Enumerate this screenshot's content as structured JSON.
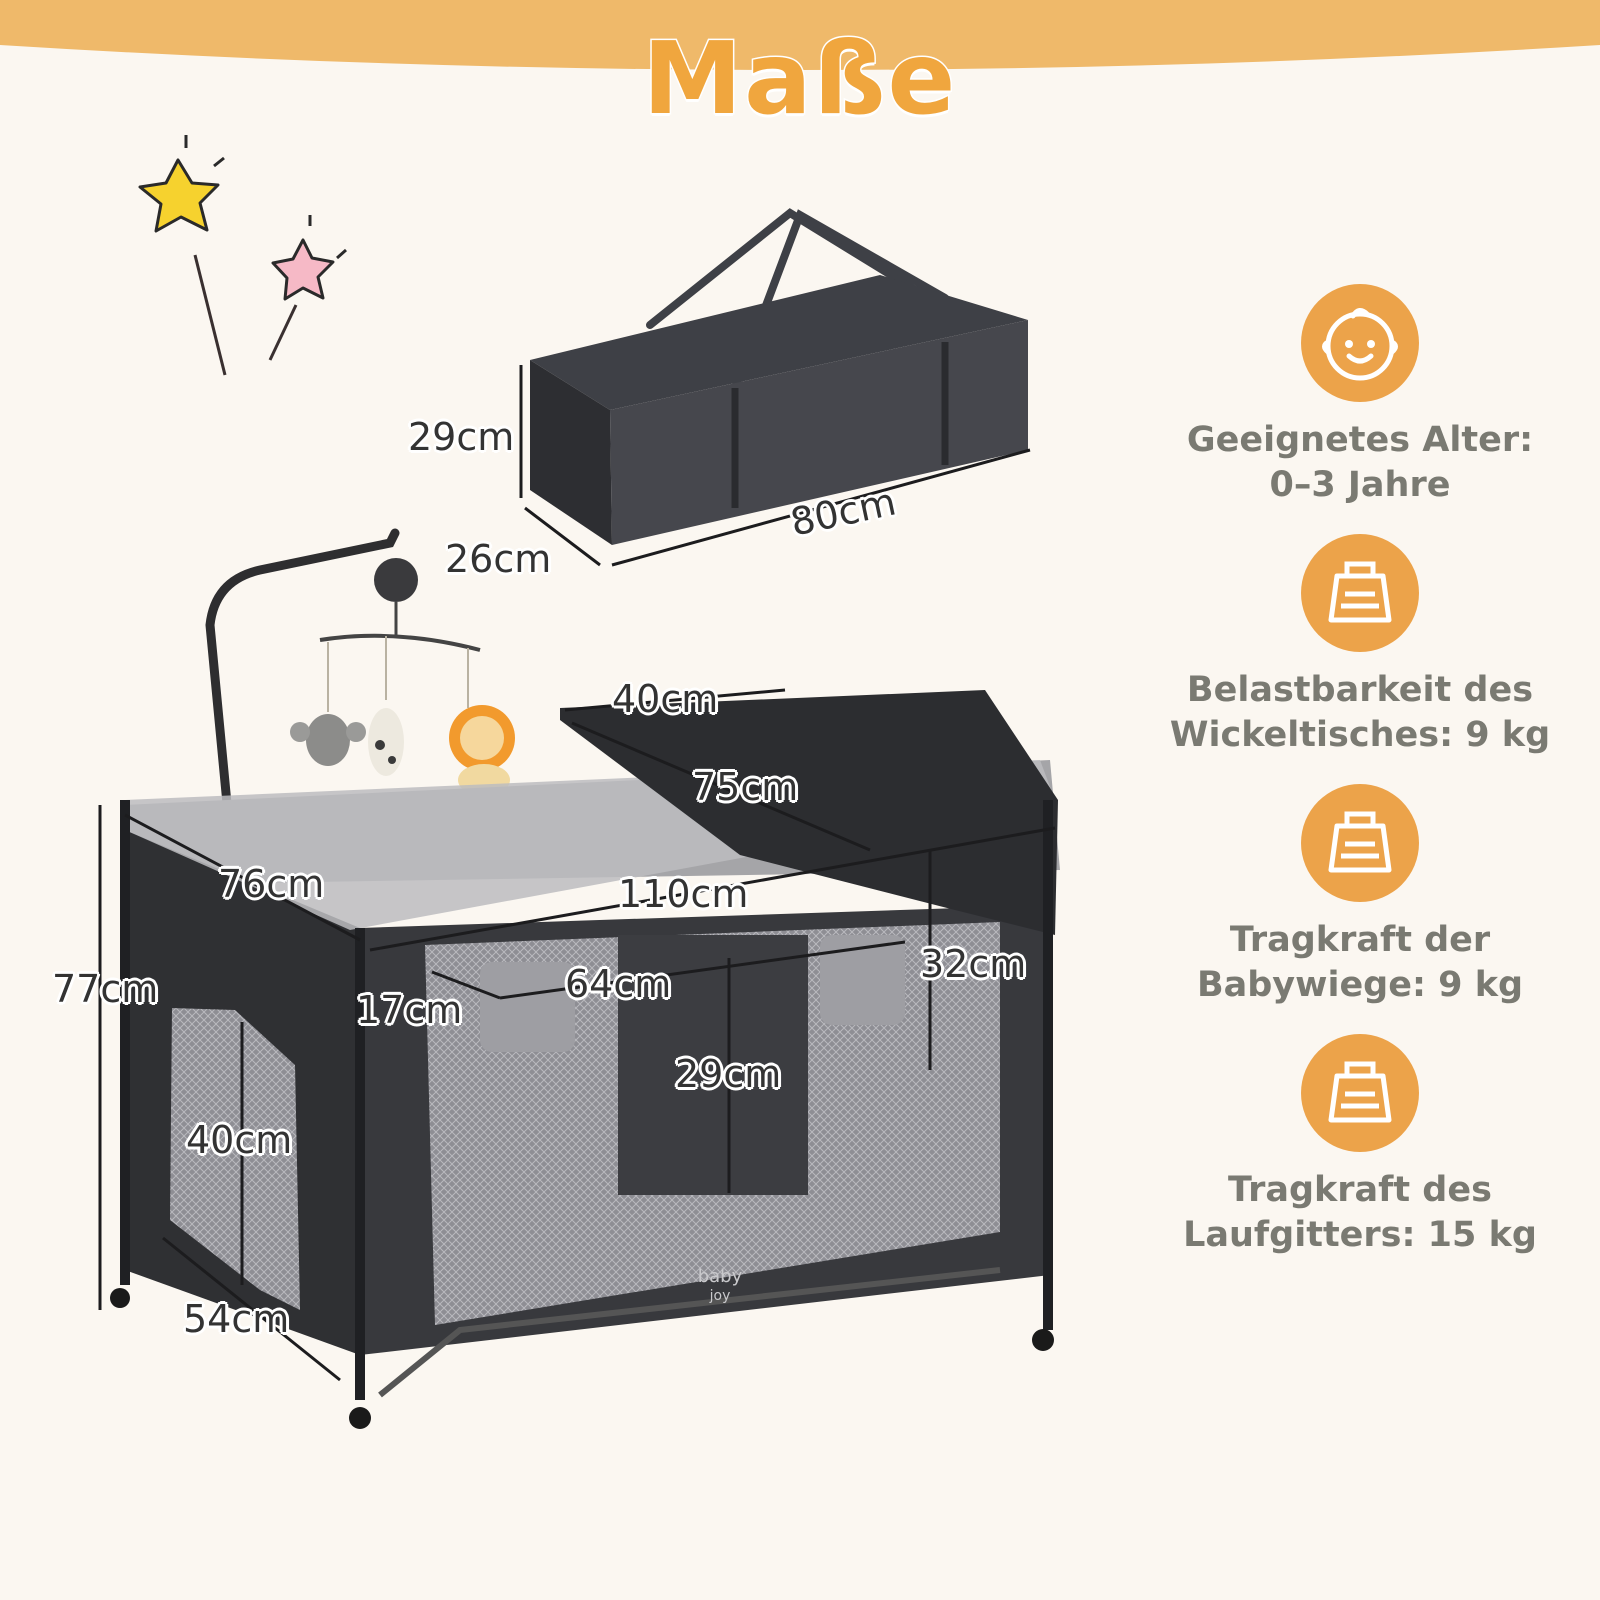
{
  "title": "Maße",
  "colors": {
    "accent": "#eca34a",
    "background": "#fbf7f1",
    "frame": "#2e2e30",
    "label_gray": "#7a7a72"
  },
  "dimensions": {
    "bag_height": "29cm",
    "bag_depth": "26cm",
    "bag_length": "80cm",
    "changer_width": "40cm",
    "changer_length": "75cm",
    "bed_width": "76cm",
    "bed_length": "110cm",
    "total_height": "77cm",
    "bassinet_depth": "32cm",
    "organizer_width": "64cm",
    "pocket_width": "17cm",
    "organizer_height": "29cm",
    "door_height": "40cm",
    "side_width": "54cm"
  },
  "brand": {
    "line1": "baby",
    "line2": "joy"
  },
  "features": [
    {
      "icon": "baby-face-icon",
      "line1": "Geeignetes Alter:",
      "line2": "0–3 Jahre"
    },
    {
      "icon": "weight-icon",
      "line1": "Belastbarkeit des",
      "line2": "Wickeltisches: 9 kg"
    },
    {
      "icon": "weight-icon",
      "line1": "Tragkraft der",
      "line2": "Babywiege: 9 kg"
    },
    {
      "icon": "weight-icon",
      "line1": "Tragkraft des",
      "line2": "Laufgitters: 15 kg"
    }
  ]
}
